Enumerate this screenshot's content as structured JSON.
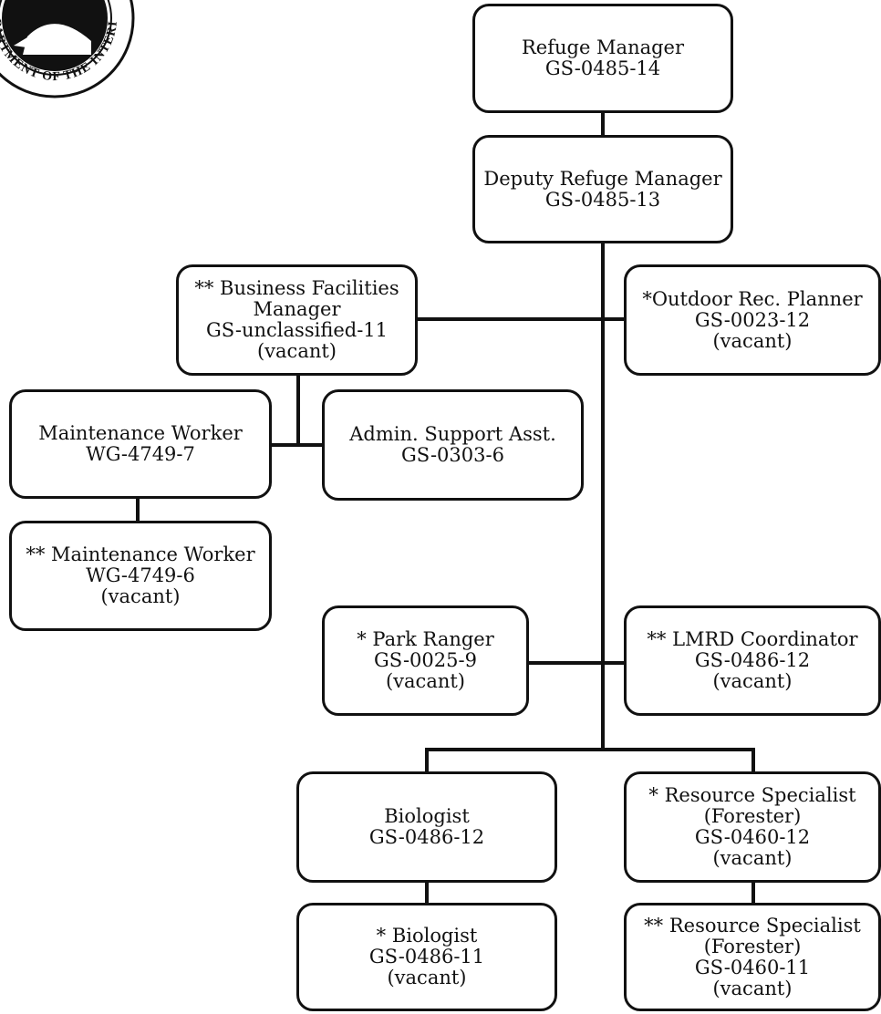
{
  "seal": {
    "text": "DEPARTMENT OF THE INTERIOR"
  },
  "org_chart": {
    "refuge_manager": {
      "lines": [
        "Refuge Manager",
        "GS-0485-14"
      ]
    },
    "deputy_refuge_manager": {
      "lines": [
        "Deputy Refuge Manager",
        "GS-0485-13"
      ]
    },
    "business_facilities_manager": {
      "lines": [
        "** Business Facilities",
        "Manager",
        "GS-unclassified-11",
        "(vacant)"
      ]
    },
    "outdoor_rec_planner": {
      "lines": [
        "*Outdoor Rec. Planner",
        "GS-0023-12",
        "(vacant)"
      ]
    },
    "maintenance_worker": {
      "lines": [
        "Maintenance Worker",
        "WG-4749-7"
      ]
    },
    "admin_support_asst": {
      "lines": [
        "Admin. Support Asst.",
        "GS-0303-6"
      ]
    },
    "maintenance_worker_vacant": {
      "lines": [
        "** Maintenance Worker",
        "WG-4749-6",
        "(vacant)"
      ]
    },
    "park_ranger": {
      "lines": [
        "* Park Ranger",
        "GS-0025-9",
        "(vacant)"
      ]
    },
    "lmrd_coordinator": {
      "lines": [
        "** LMRD Coordinator",
        "GS-0486-12",
        "(vacant)"
      ]
    },
    "biologist": {
      "lines": [
        "Biologist",
        "GS-0486-12"
      ]
    },
    "resource_specialist": {
      "lines": [
        "* Resource Specialist",
        "(Forester)",
        "GS-0460-12",
        "(vacant)"
      ]
    },
    "biologist_vacant": {
      "lines": [
        "* Biologist",
        "GS-0486-11",
        "(vacant)"
      ]
    },
    "resource_specialist_vacant": {
      "lines": [
        "** Resource Specialist",
        "(Forester)",
        "GS-0460-11",
        "(vacant)"
      ]
    }
  }
}
